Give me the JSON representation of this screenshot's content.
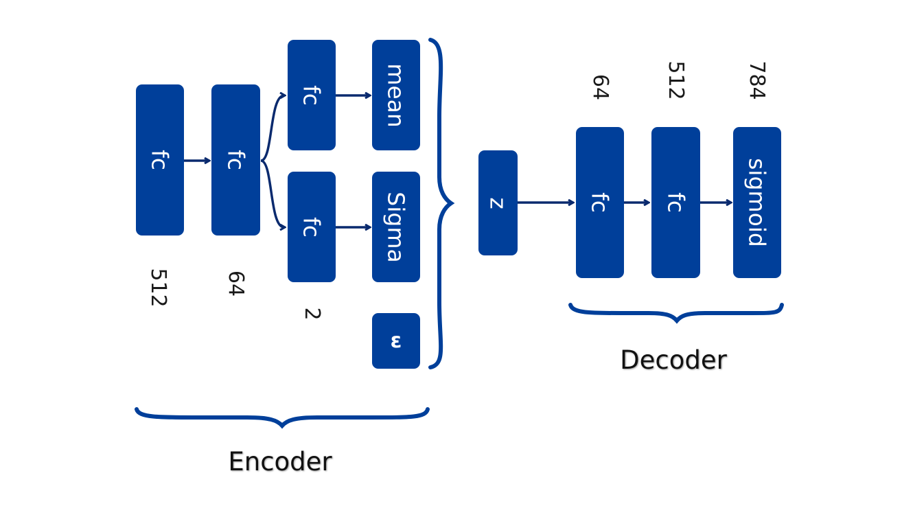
{
  "colors": {
    "block": "#003f9a",
    "arrow": "#0a2a6e",
    "brace": "#003f9a"
  },
  "encoder": {
    "label": "Encoder",
    "fc1": "fc",
    "fc2": "fc",
    "fc_mean": "fc",
    "fc_sigma": "fc",
    "mean": "mean",
    "sigma": "Sigma",
    "epsilon": "ε",
    "dims": [
      "512",
      "64",
      "2"
    ]
  },
  "latent": {
    "label": "z"
  },
  "decoder": {
    "label": "Decoder",
    "fc1": "fc",
    "fc2": "fc",
    "sigmoid": "sigmoid",
    "dims": [
      "64",
      "512",
      "784"
    ]
  }
}
